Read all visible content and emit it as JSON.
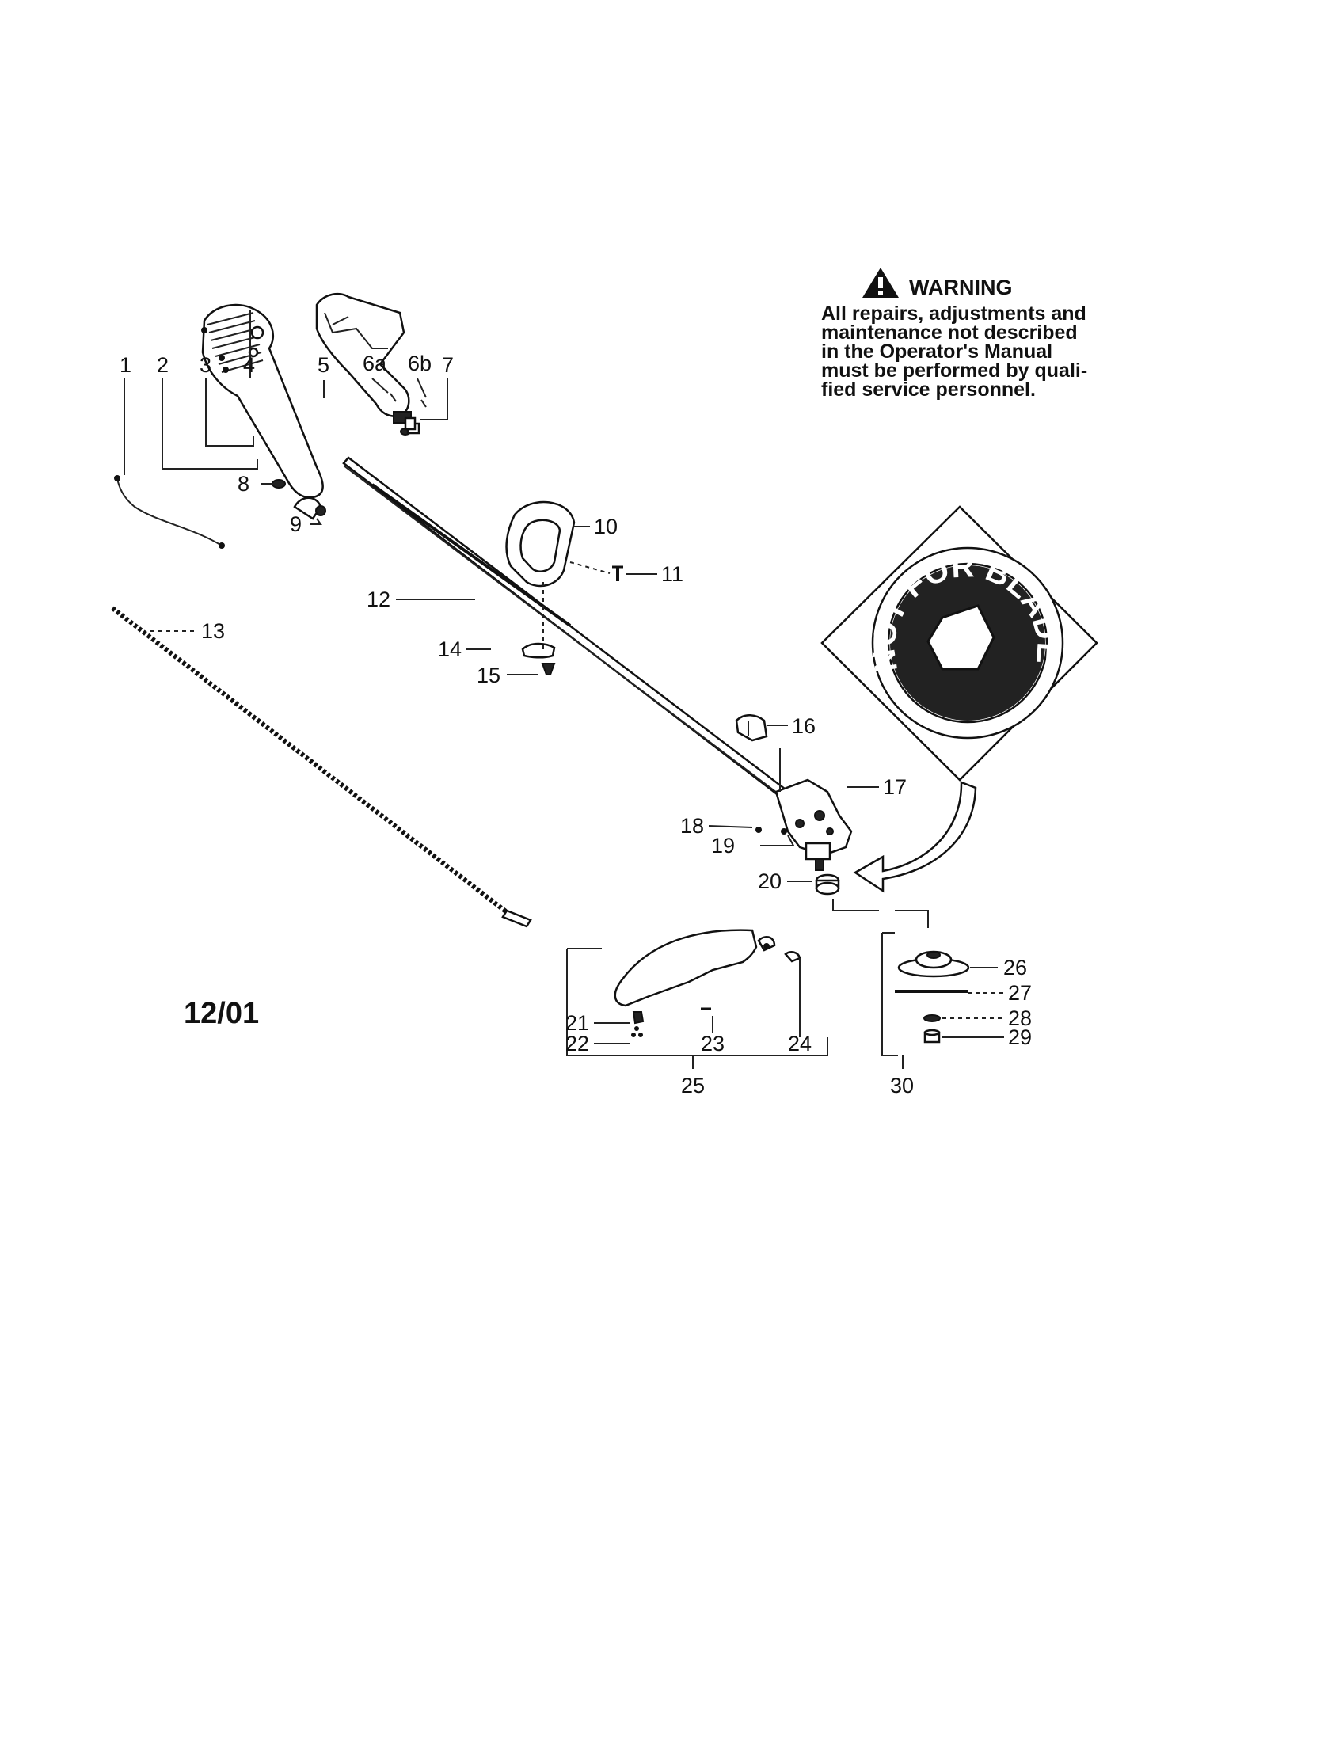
{
  "warning": {
    "title": "WARNING",
    "lines": [
      "All repairs, adjustments and",
      "maintenance not described",
      "in the Operator's Manual",
      "must be performed by quali-",
      "fied service personnel."
    ]
  },
  "date_code": "12/01",
  "head_stamp": "NOT FOR BLADE USE",
  "part_numbers": [
    "1",
    "2",
    "3",
    "4",
    "5",
    "6a",
    "6b",
    "7",
    "8",
    "9",
    "10",
    "11",
    "12",
    "13",
    "14",
    "15",
    "16",
    "17",
    "18",
    "19",
    "20",
    "21",
    "22",
    "23",
    "24",
    "25",
    "26",
    "27",
    "28",
    "29",
    "30"
  ]
}
